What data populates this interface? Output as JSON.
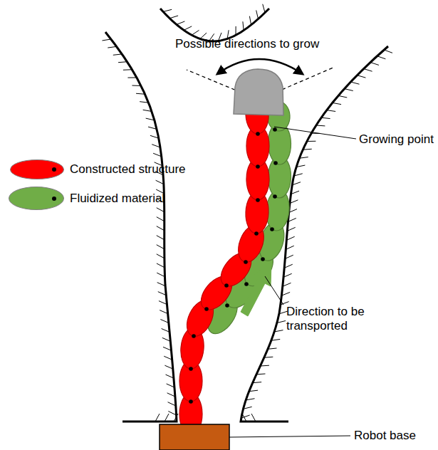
{
  "diagram": {
    "labels": [
      "Possible directions to grow",
      "Growing point",
      "Direction to be transported",
      "Robot base"
    ],
    "legend": [
      {
        "text": "Constructed structure",
        "color": "#ff0000"
      },
      {
        "text": "Fluidized material",
        "color": "#70ad47"
      }
    ]
  }
}
